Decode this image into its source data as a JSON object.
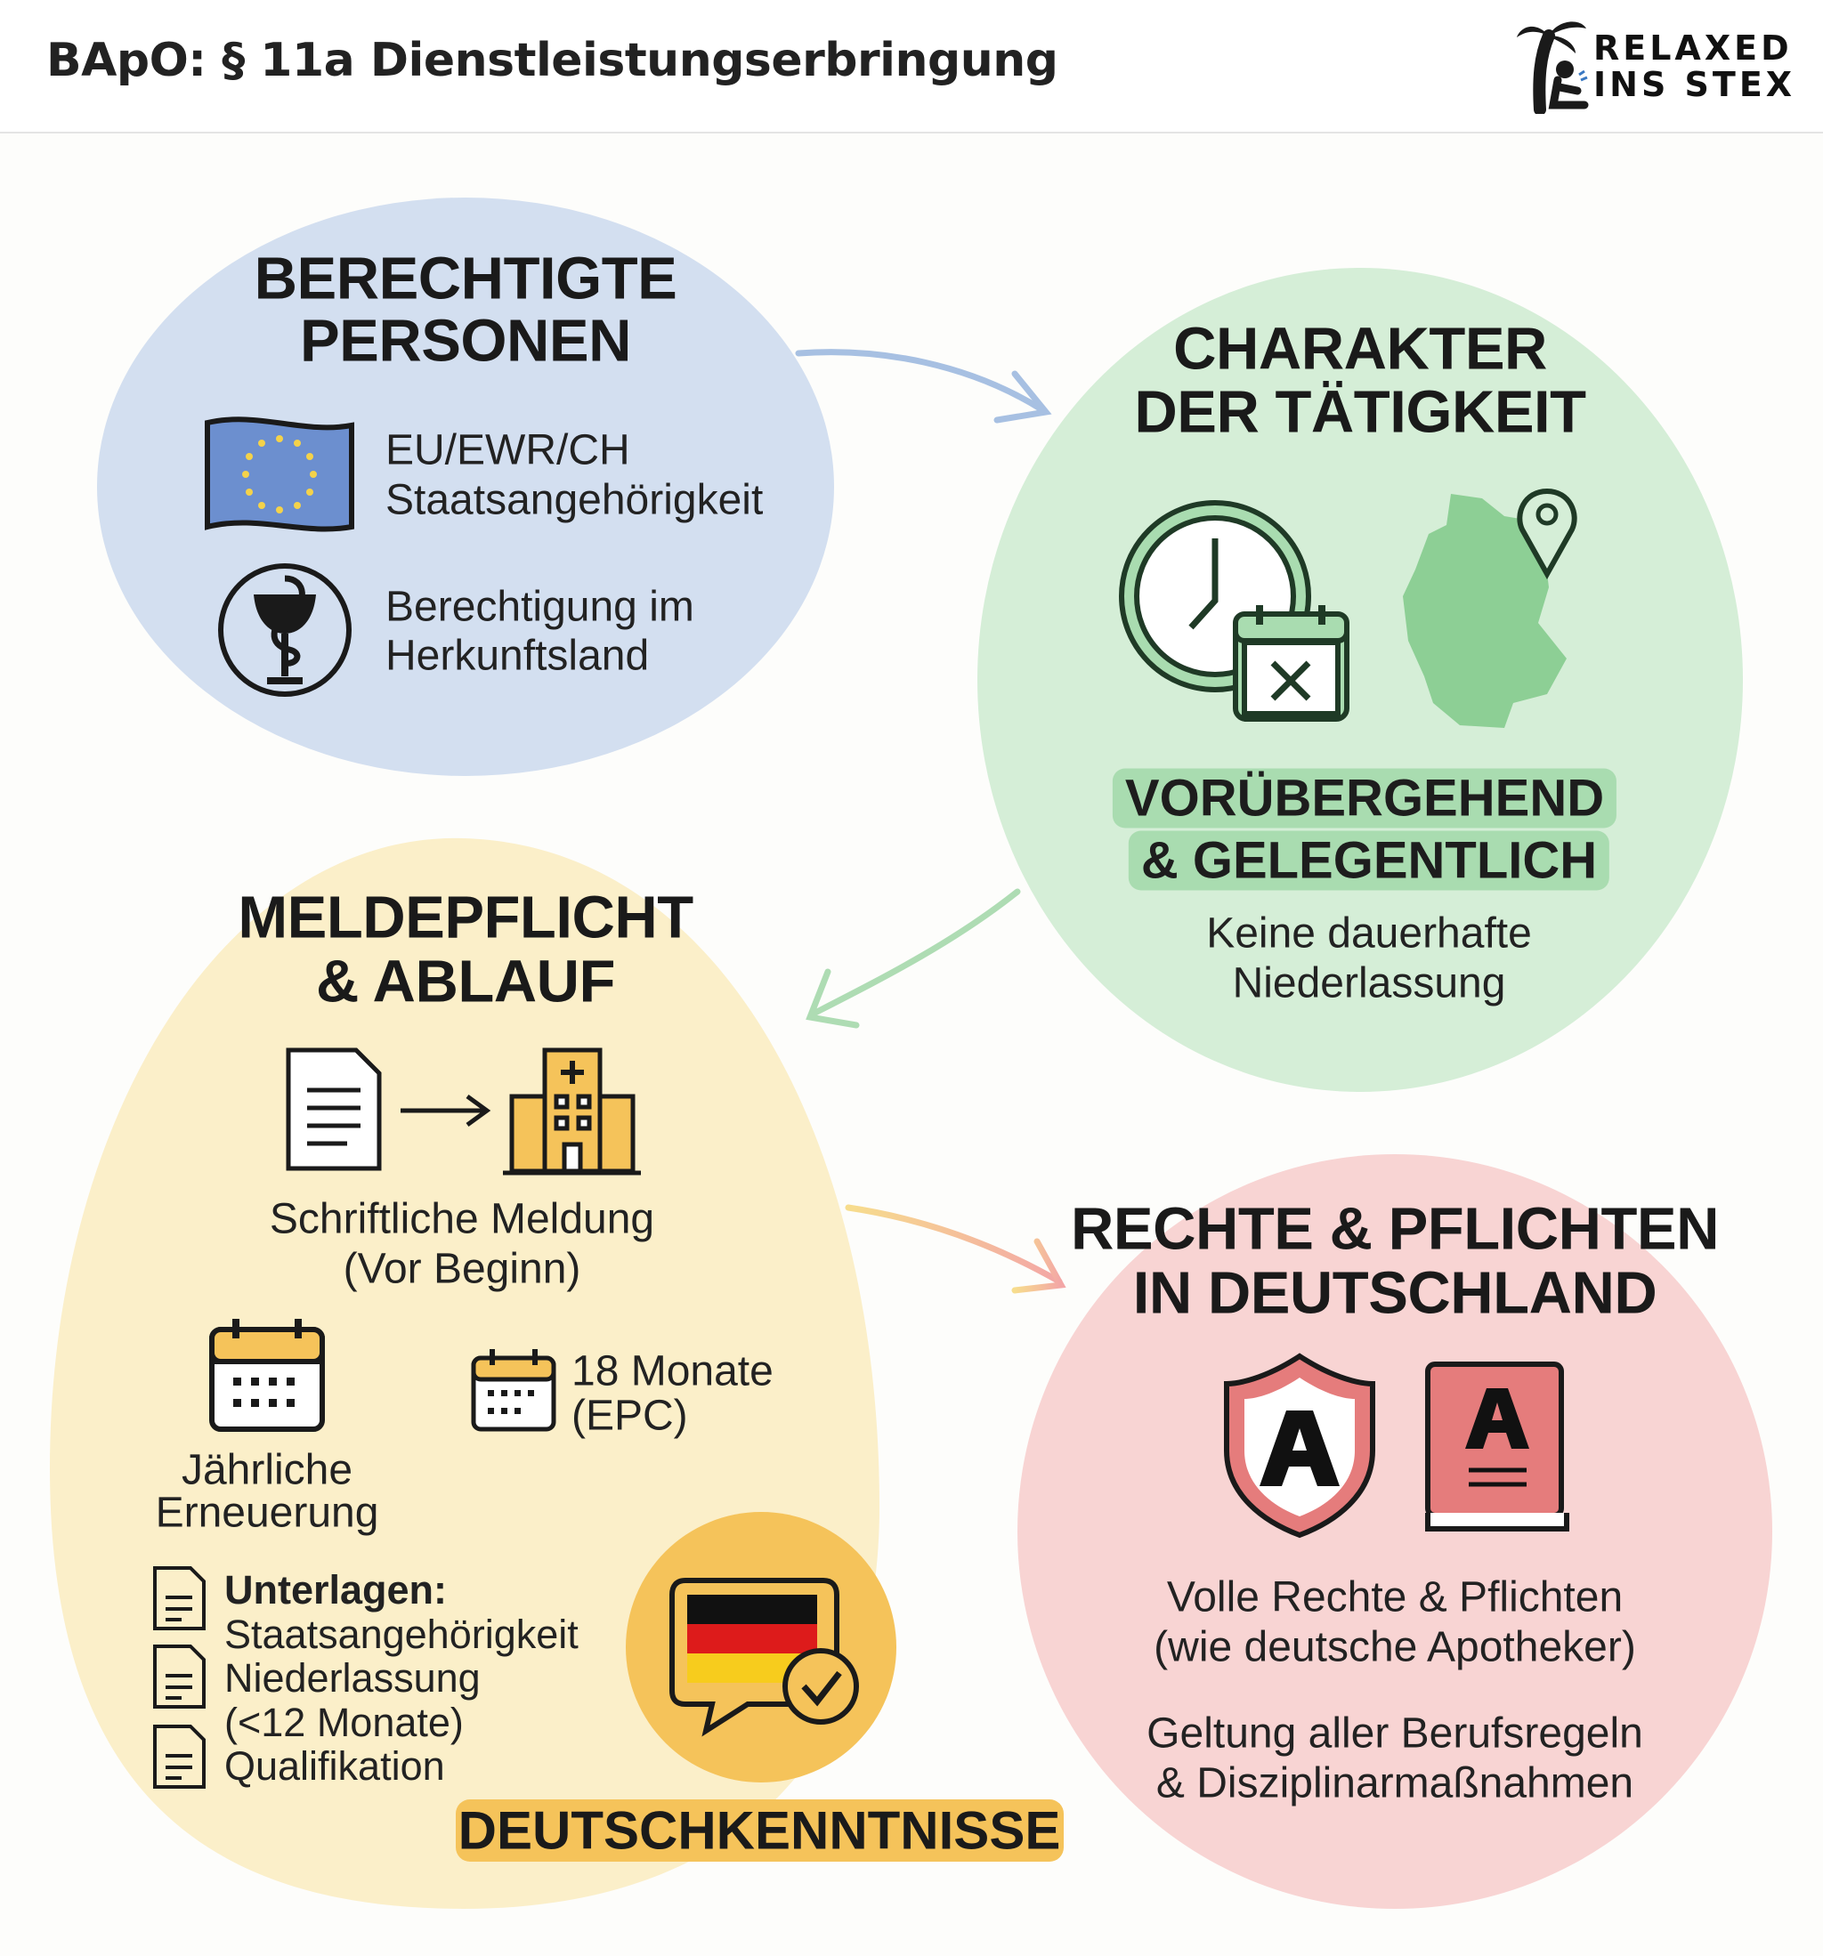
{
  "header": {
    "title": "BApO: § 11a Dienstleistungserbringung"
  },
  "logo": {
    "line1": "RELAXED",
    "line2": "INS STEX"
  },
  "sections": {
    "berechtigte": {
      "title1": "BERECHTIGTE",
      "title2": "PERSONEN",
      "item1_line1": "EU/EWR/CH",
      "item1_line2": "Staatsangehörigkeit",
      "item2_line1": "Berechtigung im",
      "item2_line2": "Herkunftsland"
    },
    "charakter": {
      "title1": "CHARAKTER",
      "title2": "DER TÄTIGKEIT",
      "banner1": "VORÜBERGEHEND",
      "banner2": "& GELEGENTLICH",
      "desc1": "Keine dauerhafte",
      "desc2": "Niederlassung"
    },
    "meldepflicht": {
      "title1": "MELDEPFLICHT",
      "title2": "& ABLAUF",
      "meldung1": "Schriftliche Meldung",
      "meldung2": "(Vor Beginn)",
      "renewal1": "Jährliche",
      "renewal2": "Erneuerung",
      "epc1": "18 Monate",
      "epc2": "(EPC)",
      "docs_label": "Unterlagen:",
      "docs": [
        "Staatsangehörigkeit",
        "Niederlassung",
        "(<12 Monate)",
        "Qualifikation"
      ],
      "language": "DEUTSCHKENNTNISSE"
    },
    "rechte": {
      "title1": "RECHTE & PFLICHTEN",
      "title2": "IN DEUTSCHLAND",
      "desc1": "Volle Rechte & Pflichten",
      "desc2": "(wie deutsche Apotheker)",
      "desc3": "Geltung aller Berufsregeln",
      "desc4": "& Disziplinarmaßnahmen"
    }
  },
  "colors": {
    "blue": "#d3dff0",
    "green": "#d5eed7",
    "yellow": "#fbefc9",
    "pink": "#f8d4d3",
    "banner_green": "#a9dcb0",
    "banner_yellow": "#f5c35a"
  }
}
